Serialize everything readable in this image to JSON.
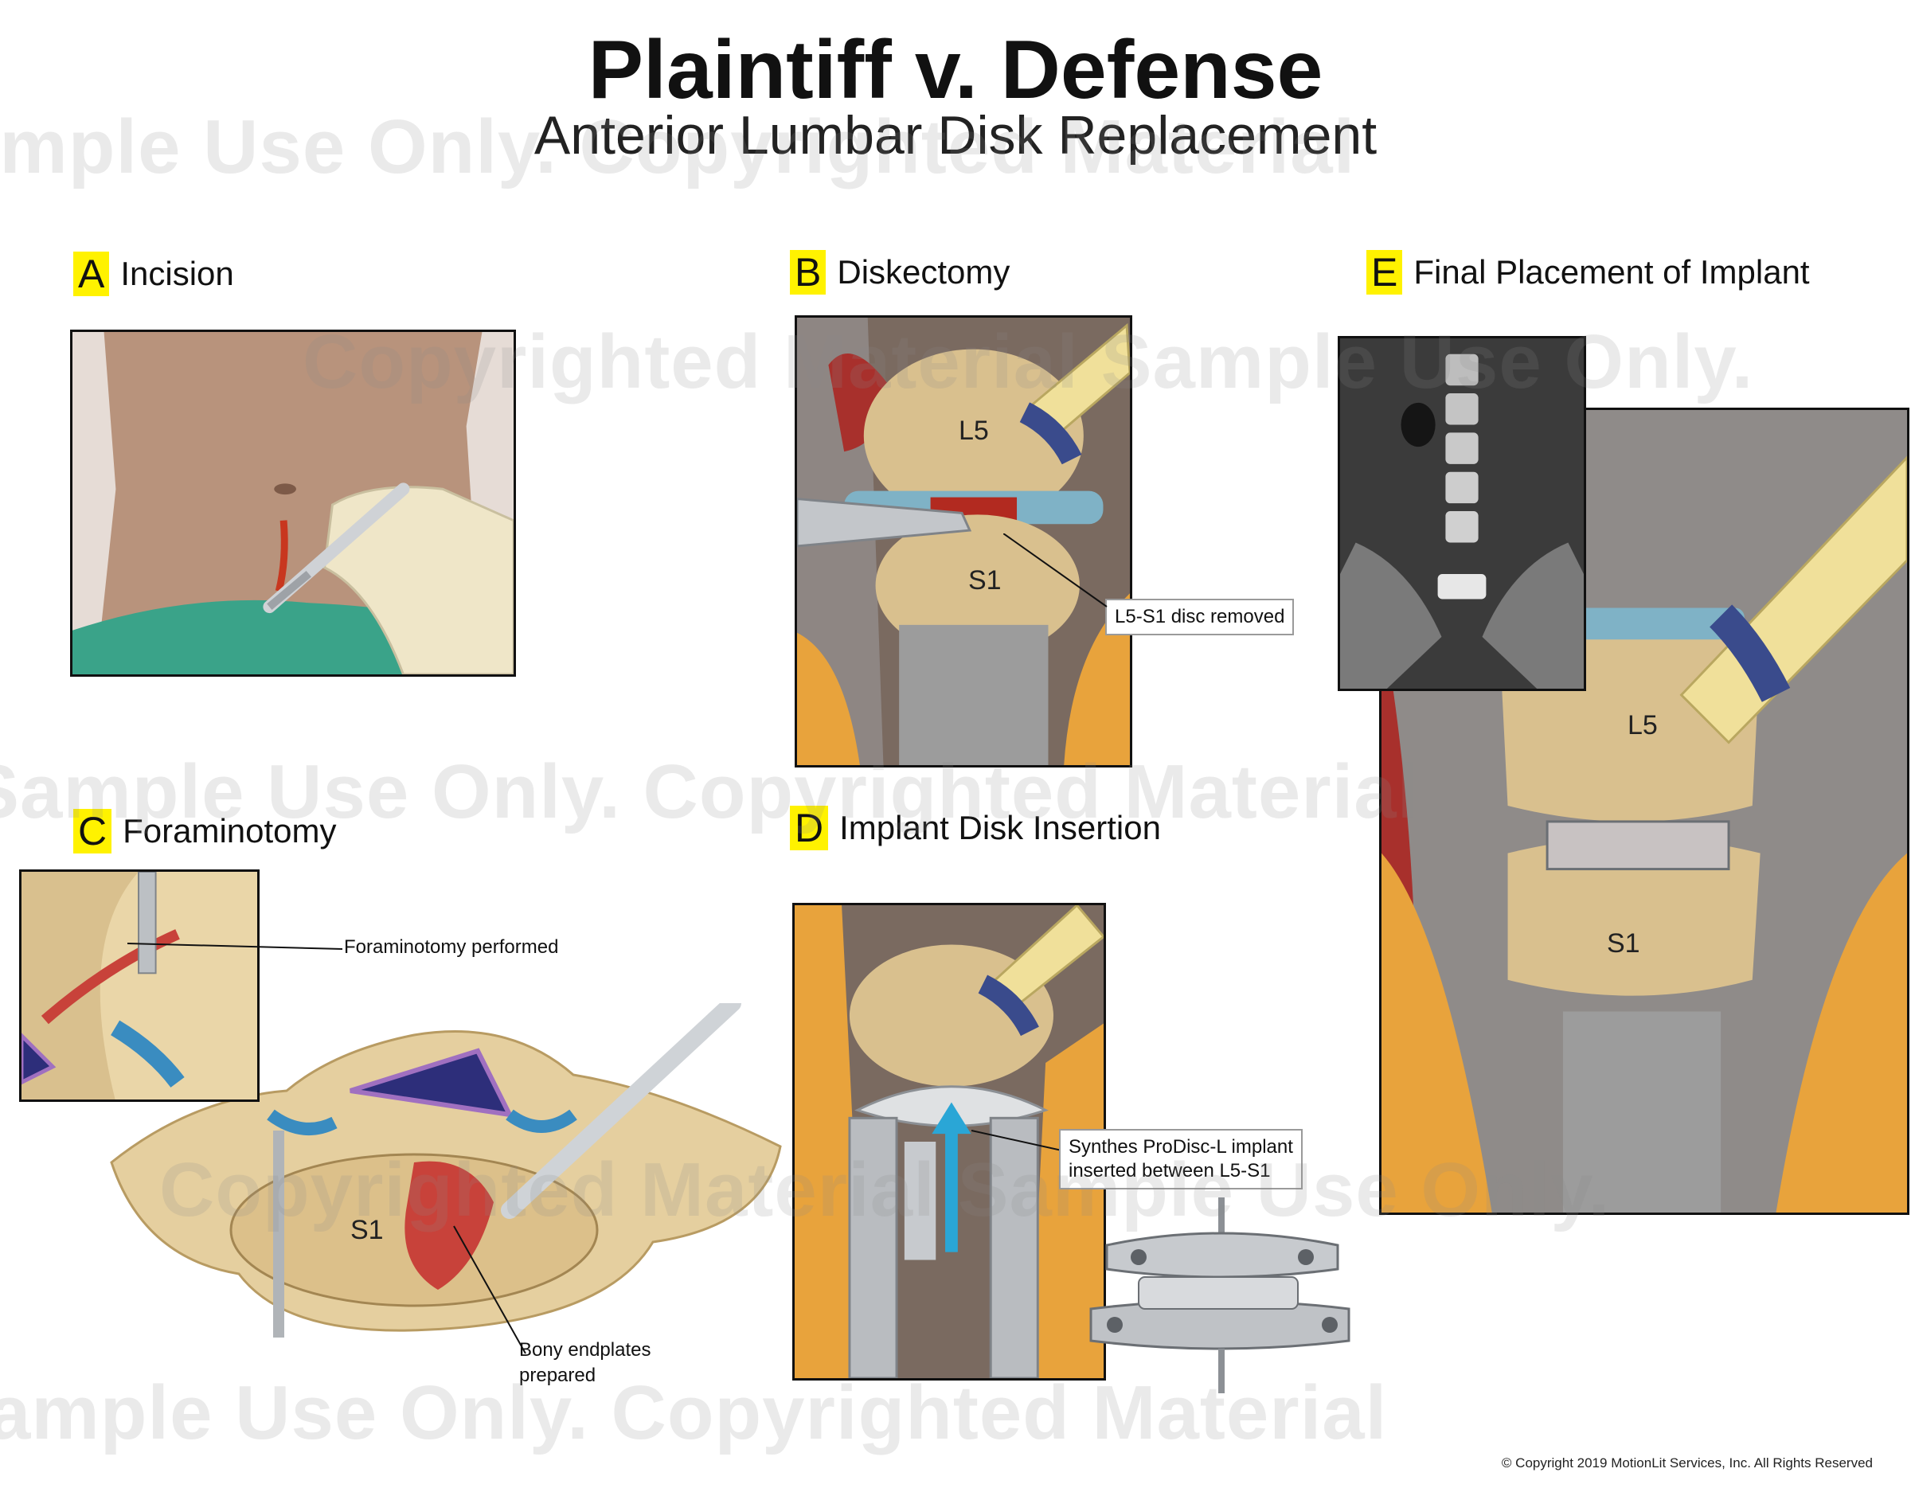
{
  "header": {
    "title": "Plaintiff v. Defense",
    "subtitle": "Anterior Lumbar Disk Replacement"
  },
  "panels": {
    "a": {
      "letter": "A",
      "label": "Incision"
    },
    "b": {
      "letter": "B",
      "label": "Diskectomy",
      "vertebra_top": "L5",
      "vertebra_bottom": "S1",
      "callout": "L5-S1 disc removed"
    },
    "c": {
      "letter": "C",
      "label": "Foraminotomy",
      "callout_top": "Foraminotomy performed",
      "vertebra": "S1",
      "callout_bottom_line1": "Bony endplates",
      "callout_bottom_line2": "prepared"
    },
    "d": {
      "letter": "D",
      "label": "Implant Disk Insertion",
      "callout_line1": "Synthes ProDisc-L implant",
      "callout_line2": "inserted between L5-S1"
    },
    "e": {
      "letter": "E",
      "label": "Final Placement of Implant",
      "vertebra_top": "L5",
      "vertebra_bottom": "S1"
    }
  },
  "watermark": {
    "text_1": "Sample Use Only. Copyrighted Material",
    "text_2": "Copyrighted Material Sample Use Only."
  },
  "footer": {
    "copyright": "© Copyright 2019 MotionLit Services, Inc. All Rights Reserved"
  },
  "colors": {
    "badge": "#fff200",
    "bone": "#d9c08e",
    "fat": "#e8a33c",
    "vessel_red": "#a8302c",
    "vessel_blue": "#3a4b8c",
    "instrument": "#b9bcc0",
    "retractor": "#f0e09a",
    "skin": "#b8937c",
    "drape": "#3aa389",
    "implant_arrow": "#2aa6d6"
  }
}
